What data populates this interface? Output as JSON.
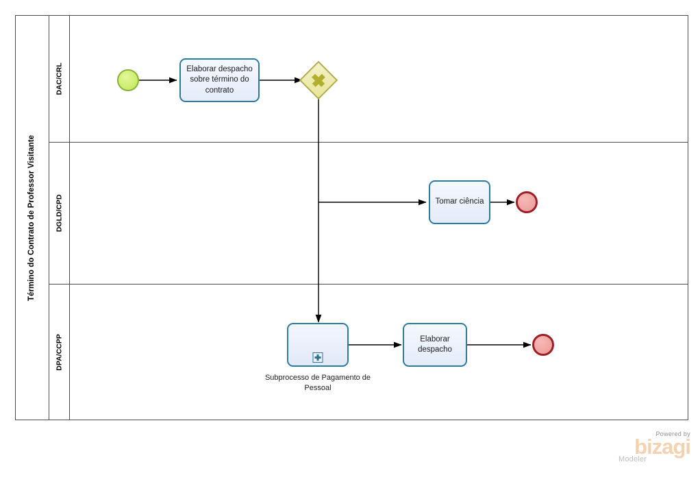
{
  "diagram": {
    "type": "bpmn-process",
    "pool": {
      "title": "Término do Contrato de Professor Visitante"
    },
    "lanes": [
      {
        "id": "lane-dac-crl",
        "label": "DAC/CRL"
      },
      {
        "id": "lane-dgld-cpd",
        "label": "DGLD/CPD"
      },
      {
        "id": "lane-dpa-ccpp",
        "label": "DPA/CCPP"
      }
    ],
    "elements": {
      "start_event": {
        "name": "start-event",
        "label": ""
      },
      "task_elaborar_despacho_termino": {
        "label": "Elaborar despacho sobre término do contrato"
      },
      "parallel_gateway": {
        "name": "parallel-gateway",
        "label": ""
      },
      "task_tomar_ciencia": {
        "label": "Tomar ciência"
      },
      "end_event_lane2": {
        "name": "end-event",
        "label": ""
      },
      "subprocess_pagamento": {
        "label": "Subprocesso de Pagamento de Pessoal",
        "marker": "collapsed-plus"
      },
      "task_elaborar_despacho": {
        "label": "Elaborar despacho"
      },
      "end_event_lane3": {
        "name": "end-event",
        "label": ""
      }
    }
  },
  "watermark": {
    "powered_by": "Powered by",
    "brand": "bizagi",
    "product": "Modeler"
  },
  "colors": {
    "task_border": "#2a7b9e",
    "task_fill": "#edf2fb",
    "start_fill": "#cdee70",
    "start_border": "#8ab03a",
    "end_fill": "#f0a6a3",
    "end_border": "#9e1f25",
    "gateway_fill": "#e9e59a",
    "gateway_border": "#b0ac4e",
    "pool_border": "#4c4c4c",
    "connector": "#000000"
  }
}
